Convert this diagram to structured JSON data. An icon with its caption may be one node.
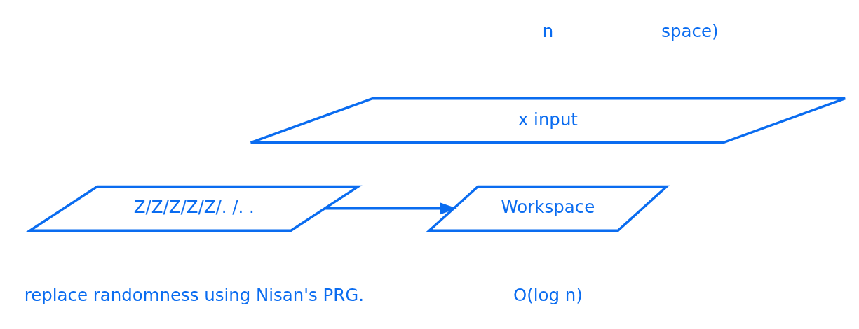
{
  "diagram": {
    "nodes": [
      {
        "text": [
          "x input"
        ]
      },
      {
        "text": [
          "Workspace"
        ],
        "beside": [
          "O(log n)"
        ]
      },
      {
        "text": [
          "Z/Z/Z/Z/Z/. /. ."
        ]
      }
    ],
    "edges": [
      {
        "from": 2,
        "to": 1,
        "arrow": "to"
      }
    ],
    "labels": [
      "n",
      "space)",
      "replace randomness using Nisan's PRG."
    ]
  }
}
